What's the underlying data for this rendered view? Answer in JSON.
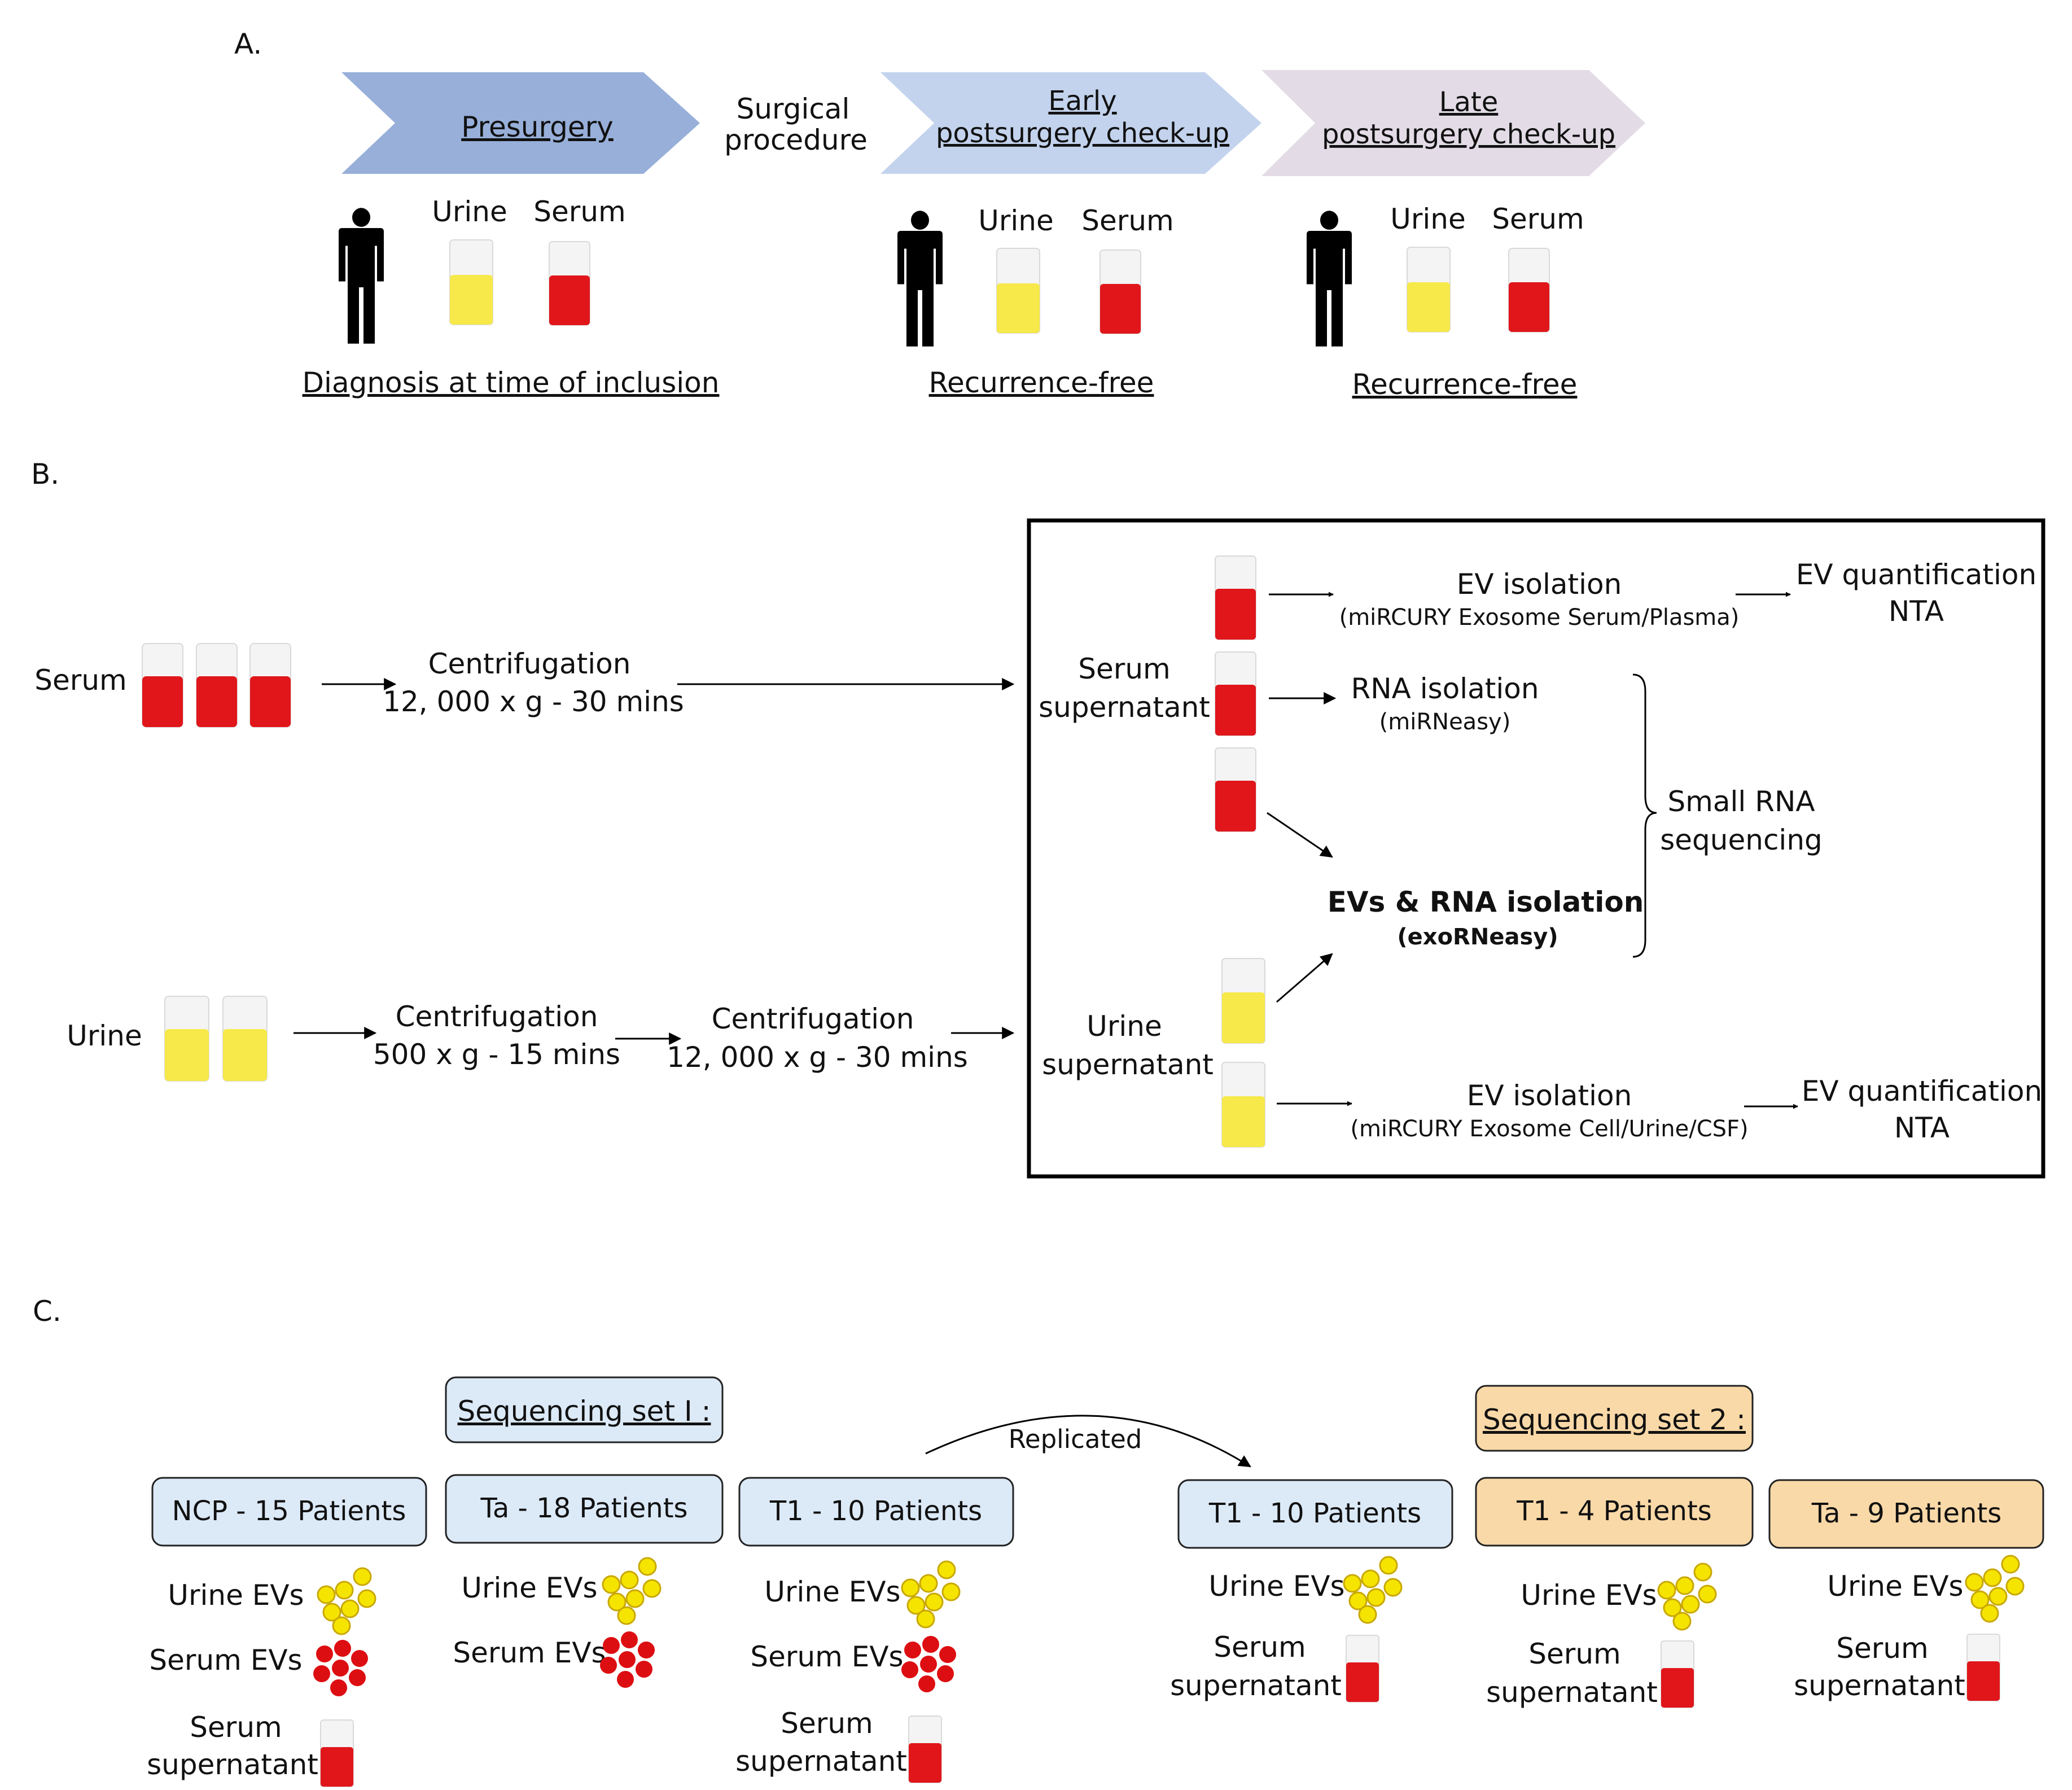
{
  "colors": {
    "urine": "#f7e94a",
    "urine_dot": "#f5e400",
    "serum": "#e0161b",
    "serum_dot": "#dd0e12",
    "chevron_pre": "#97afd9",
    "chevron_early": "#c3d3ed",
    "chevron_late": "#e3dce7",
    "box_blue": "#dce9f7",
    "box_orange": "#fad9a8",
    "person": "#000000"
  },
  "panel_a": {
    "label": "A.",
    "stages": [
      {
        "title_lines": [
          "Presurgery"
        ],
        "sample_labels": [
          "Urine",
          "Serum"
        ],
        "status": "Diagnosis at time of inclusion"
      },
      {
        "title_lines": [
          "Early",
          "postsurgery check-up"
        ],
        "sample_labels": [
          "Urine",
          "Serum"
        ],
        "status": "Recurrence-free"
      },
      {
        "title_lines": [
          "Late",
          "postsurgery check-up"
        ],
        "sample_labels": [
          "Urine",
          "Serum"
        ],
        "status": "Recurrence-free"
      }
    ],
    "procedure_lines": [
      "Surgical",
      "procedure"
    ]
  },
  "panel_b": {
    "label": "B.",
    "serum_label": "Serum",
    "urine_label": "Urine",
    "serum_step": {
      "title": "Centrifugation",
      "detail": "12, 000 x g - 30 mins"
    },
    "urine_step_1": {
      "title": "Centrifugation",
      "detail": "500 x g - 15 mins"
    },
    "urine_step_2": {
      "title": "Centrifugation",
      "detail": "12, 000 x g - 30 mins"
    },
    "serum_supernatant_lines": [
      "Serum",
      "supernatant"
    ],
    "urine_supernatant_lines": [
      "Urine",
      "supernatant"
    ],
    "ev_isolation_serum": {
      "title": "EV isolation",
      "kit": "(miRCURY Exosome Serum/Plasma)"
    },
    "rna_isolation": {
      "title": "RNA isolation",
      "kit": "(miRNeasy)"
    },
    "evs_rna_isolation": {
      "title": "EVs & RNA isolation",
      "kit": "(exoRNeasy)"
    },
    "ev_isolation_urine": {
      "title": "EV isolation",
      "kit": "(miRCURY Exosome Cell/Urine/CSF)"
    },
    "quantification_lines": [
      "EV quantification",
      "NTA"
    ],
    "small_rna_lines": [
      "Small RNA",
      "sequencing"
    ]
  },
  "panel_c": {
    "label": "C.",
    "set1_title": "Sequencing set I :",
    "set2_title": "Sequencing set 2 :",
    "replicated_label": "Replicated",
    "groups": [
      {
        "label": "NCP - 15 Patients",
        "urine_evs": "Urine EVs",
        "serum_evs": "Serum EVs",
        "supernatant_lines": [
          "Serum",
          "supernatant"
        ]
      },
      {
        "label": "Ta - 18 Patients",
        "urine_evs": "Urine EVs",
        "serum_evs": "Serum EVs"
      },
      {
        "label": "T1 - 10 Patients",
        "urine_evs": "Urine EVs",
        "serum_evs": "Serum EVs",
        "supernatant_lines": [
          "Serum",
          "supernatant"
        ]
      },
      {
        "label": "T1 - 10 Patients",
        "urine_evs": "Urine EVs",
        "supernatant_lines": [
          "Serum",
          "supernatant"
        ]
      },
      {
        "label": "T1 - 4 Patients",
        "urine_evs": "Urine EVs",
        "supernatant_lines": [
          "Serum",
          "supernatant"
        ]
      },
      {
        "label": "Ta - 9 Patients",
        "urine_evs": "Urine EVs",
        "supernatant_lines": [
          "Serum",
          "supernatant"
        ]
      }
    ]
  }
}
